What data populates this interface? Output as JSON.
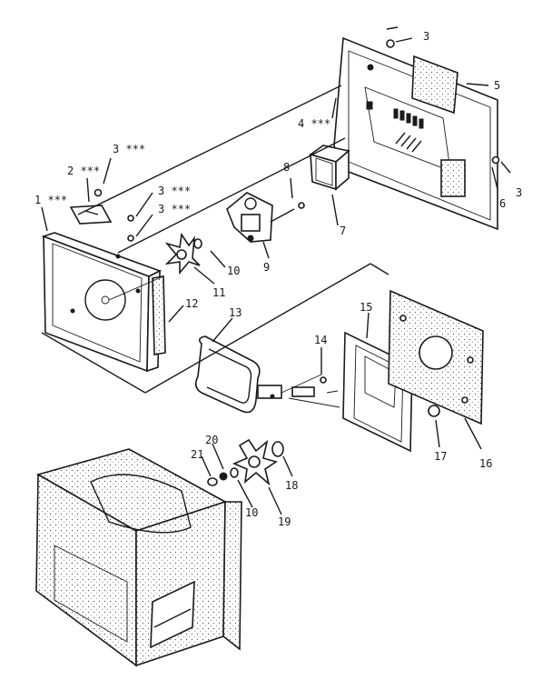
{
  "callouts": {
    "c1": "1 ***",
    "c2": "2 ***",
    "c3a": "3",
    "c3b": "3 ***",
    "c3c": "3 ***",
    "c3d": "3 ***",
    "c3e": "3",
    "c4": "4 ***",
    "c5": "5",
    "c6": "6",
    "c7": "7",
    "c8": "8",
    "c9": "9",
    "c10a": "10",
    "c10b": "10",
    "c11": "11",
    "c12": "12",
    "c13": "13",
    "c14": "14",
    "c15": "15",
    "c16": "16",
    "c17": "17",
    "c18": "18",
    "c19": "19",
    "c20": "20",
    "c21": "21"
  }
}
